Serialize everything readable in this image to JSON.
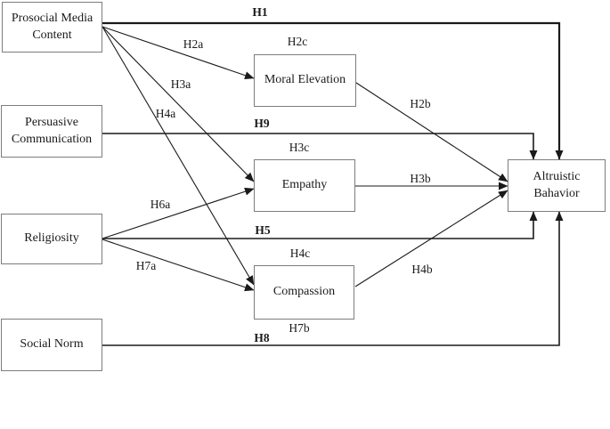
{
  "boxes": {
    "prosocial": {
      "label": "Prosocial Media Content"
    },
    "persuasive": {
      "label": "Persuasive Communication"
    },
    "religiosity": {
      "label": "Religiosity"
    },
    "social_norm": {
      "label": "Social Norm"
    },
    "moral_elevation": {
      "label": "Moral Elevation"
    },
    "empathy": {
      "label": "Empathy"
    },
    "compassion": {
      "label": "Compassion"
    },
    "altruistic": {
      "label": "Altruistic Bahavior"
    }
  },
  "edges": {
    "h1": {
      "label": "H1",
      "from": "prosocial",
      "to": "altruistic",
      "emphasis": "bold"
    },
    "h2a": {
      "label": "H2a",
      "from": "prosocial",
      "to": "moral_elevation",
      "emphasis": "normal"
    },
    "h2b": {
      "label": "H2b",
      "from": "moral_elevation",
      "to": "altruistic",
      "emphasis": "normal"
    },
    "h3a": {
      "label": "H3a",
      "from": "prosocial",
      "to": "empathy",
      "emphasis": "normal"
    },
    "h3b": {
      "label": "H3b",
      "from": "empathy",
      "to": "altruistic",
      "emphasis": "normal"
    },
    "h4a": {
      "label": "H4a",
      "from": "prosocial",
      "to": "compassion",
      "emphasis": "normal"
    },
    "h4b": {
      "label": "H4b",
      "from": "compassion",
      "to": "altruistic",
      "emphasis": "normal"
    },
    "h5": {
      "label": "H5",
      "from": "religiosity",
      "to": "altruistic",
      "emphasis": "bold"
    },
    "h6a": {
      "label": "H6a",
      "from": "religiosity",
      "to": "empathy",
      "emphasis": "normal"
    },
    "h7a": {
      "label": "H7a",
      "from": "religiosity",
      "to": "compassion",
      "emphasis": "normal"
    },
    "h8": {
      "label": "H8",
      "from": "social_norm",
      "to": "altruistic",
      "emphasis": "bold"
    },
    "h9": {
      "label": "H9",
      "from": "persuasive",
      "to": "altruistic",
      "emphasis": "bold"
    }
  },
  "box_tags": {
    "h2c": {
      "label": "H2c",
      "attached_to": "moral_elevation",
      "position": "above"
    },
    "h3c": {
      "label": "H3c",
      "attached_to": "empathy",
      "position": "above"
    },
    "h4c": {
      "label": "H4c",
      "attached_to": "compassion",
      "position": "above"
    },
    "h7b": {
      "label": "H7b",
      "attached_to": "compassion",
      "position": "below"
    }
  },
  "colors": {
    "background": "#ffffff",
    "line": "#1a1a1a",
    "box_border": "#7d7d7d",
    "text": "#1a1a1a"
  }
}
